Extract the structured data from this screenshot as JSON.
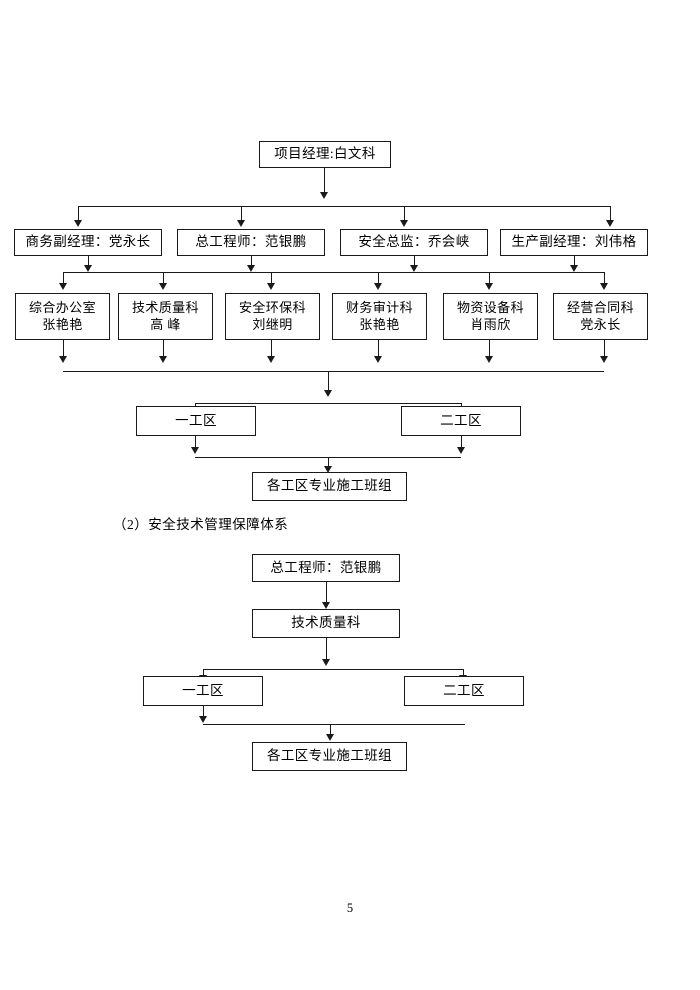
{
  "document": {
    "page_number": "5"
  },
  "chart1": {
    "title_node": {
      "label": "项目经理:白文科"
    },
    "level2": [
      {
        "label": "商务副经理：党永长"
      },
      {
        "label": "总工程师：范银鹏"
      },
      {
        "label": "安全总监：乔会峡"
      },
      {
        "label": "生产副经理：刘伟格"
      }
    ],
    "departments": [
      {
        "line1": "综合办公室",
        "line2": "张艳艳"
      },
      {
        "line1": "技术质量科",
        "line2": "高  峰"
      },
      {
        "line1": "安全环保科",
        "line2": "刘继明"
      },
      {
        "line1": "财务审计科",
        "line2": "张艳艳"
      },
      {
        "line1": "物资设备科",
        "line2": "肖雨欣"
      },
      {
        "line1": "经营合同科",
        "line2": "党永长"
      }
    ],
    "zones": [
      {
        "label": "一工区"
      },
      {
        "label": "二工区"
      }
    ],
    "crew": {
      "label": "各工区专业施工班组"
    }
  },
  "section_heading": {
    "text": "（2）安全技术管理保障体系"
  },
  "chart2": {
    "chief_engineer": {
      "label": "总工程师：范银鹏"
    },
    "department": {
      "label": "技术质量科"
    },
    "zones": [
      {
        "label": "一工区"
      },
      {
        "label": "二工区"
      }
    ],
    "crew": {
      "label": "各工区专业施工班组"
    }
  }
}
